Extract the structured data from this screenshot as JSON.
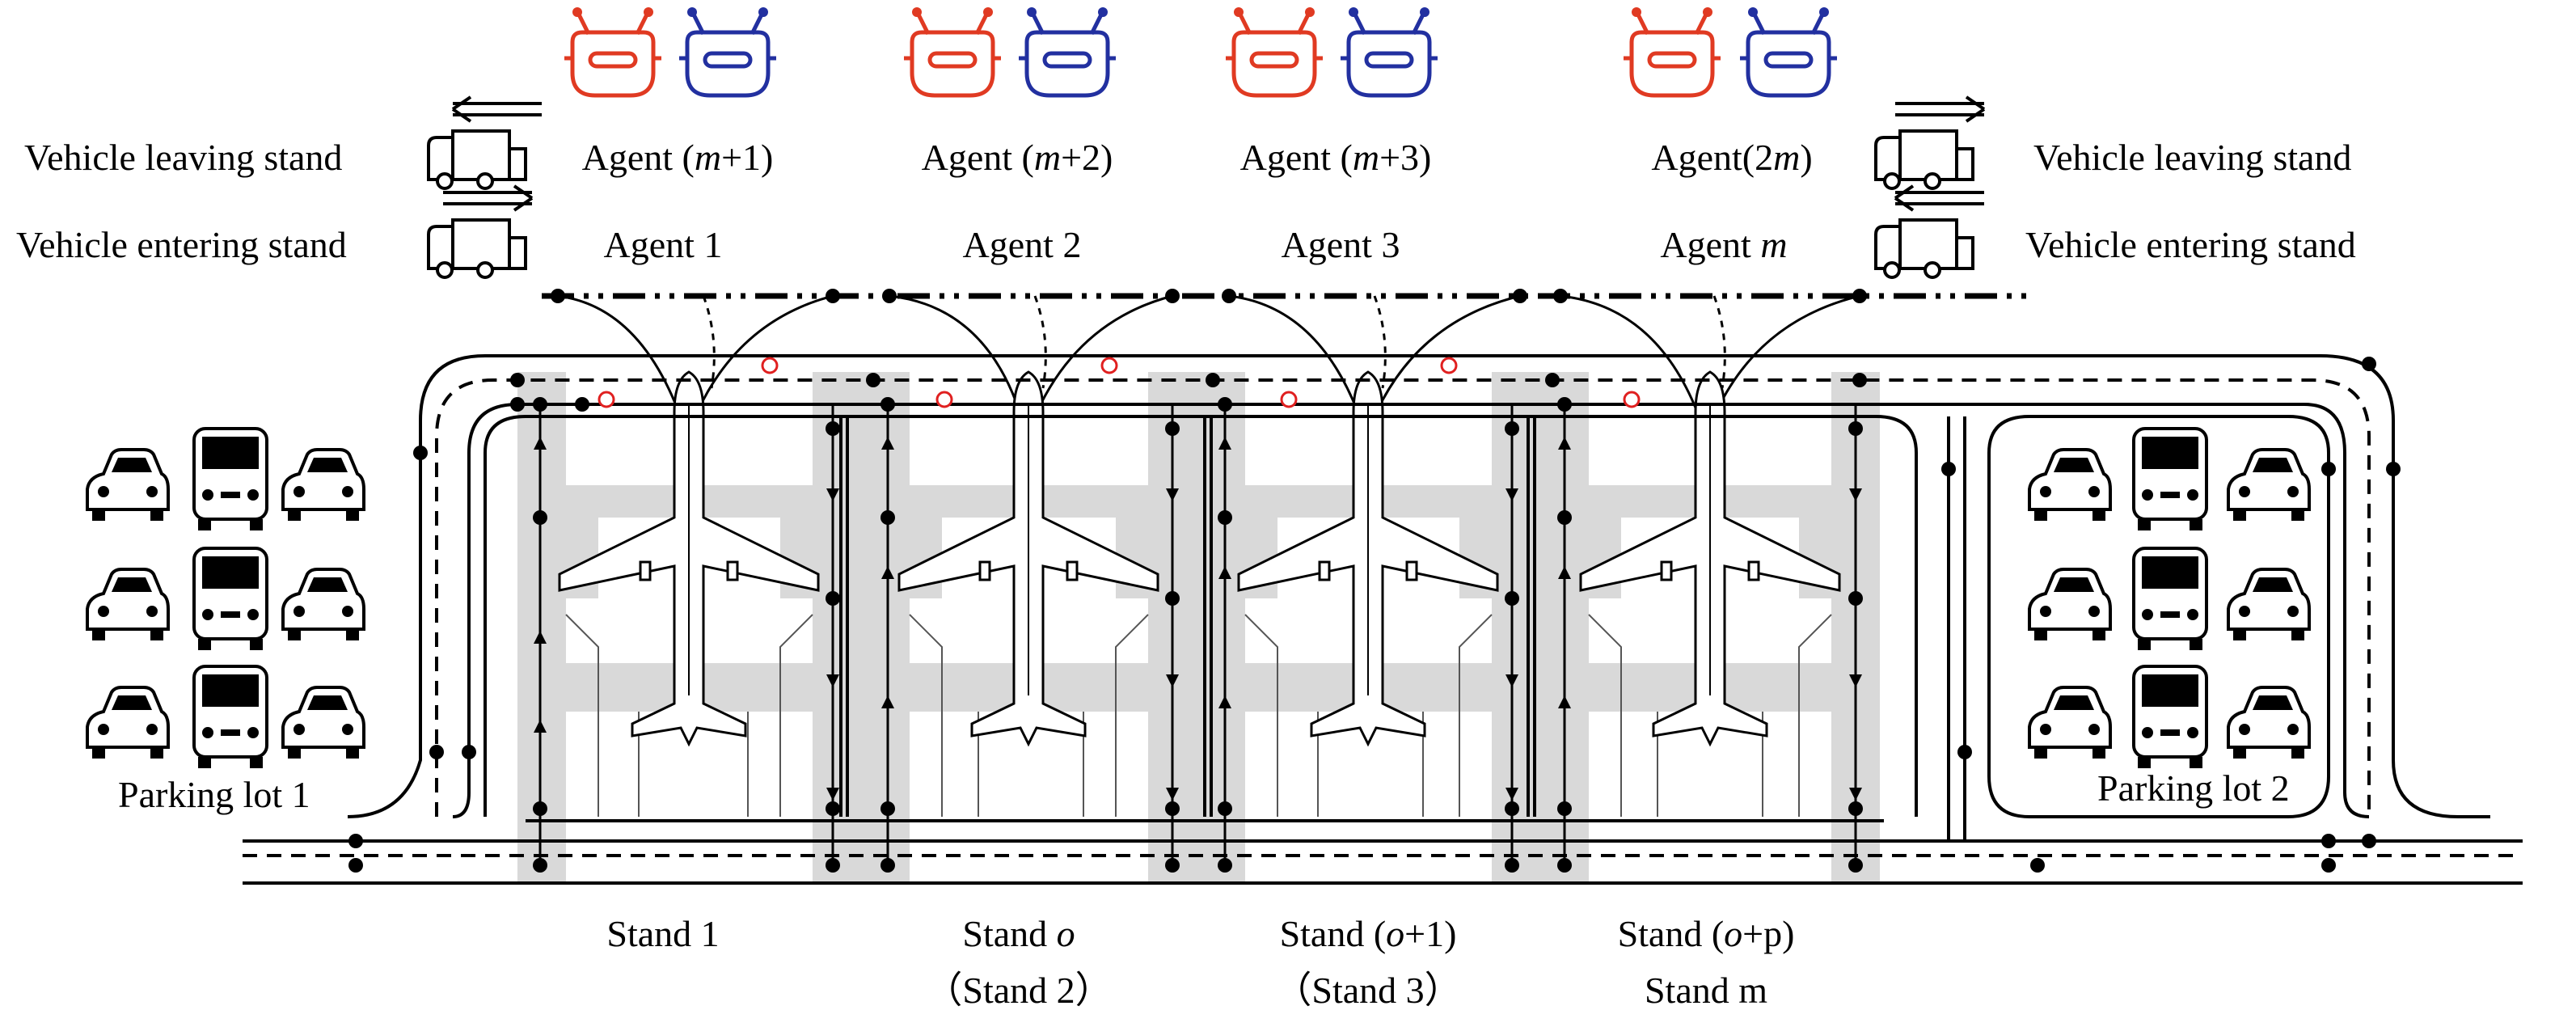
{
  "colors": {
    "agent_red": "#e03a22",
    "agent_blue": "#2230a0",
    "stand_gray": "#d9d9d9",
    "node": "#000000",
    "hollow_node": "#e02020"
  },
  "agents_top": [
    {
      "prefix": "Agent (",
      "var": "m",
      "suffix": "+1)"
    },
    {
      "prefix": "Agent (",
      "var": "m",
      "suffix": "+2)"
    },
    {
      "prefix": "Agent (",
      "var": "m",
      "suffix": "+3)"
    },
    {
      "prefix": "Agent(2",
      "var": "m",
      "suffix": ")"
    }
  ],
  "agents_bottom": [
    {
      "prefix": "Agent 1",
      "var": "",
      "suffix": ""
    },
    {
      "prefix": "Agent 2",
      "var": "",
      "suffix": ""
    },
    {
      "prefix": "Agent 3",
      "var": "",
      "suffix": ""
    },
    {
      "prefix": "Agent ",
      "var": "m",
      "suffix": ""
    }
  ],
  "legend": {
    "left_leaving": "Vehicle leaving stand",
    "left_entering": "Vehicle entering stand",
    "right_leaving": "Vehicle leaving stand",
    "right_entering": "Vehicle entering stand"
  },
  "parking": {
    "lot1": "Parking lot 1",
    "lot2": "Parking lot 2"
  },
  "stands": [
    {
      "line1": {
        "prefix": "Stand 1",
        "var": "",
        "suffix": ""
      },
      "line2": ""
    },
    {
      "line1": {
        "prefix": "Stand ",
        "var": "o",
        "suffix": ""
      },
      "line2": "（Stand 2）"
    },
    {
      "line1": {
        "prefix": "Stand (",
        "var": "o",
        "suffix": "+1)"
      },
      "line2": "（Stand 3）"
    },
    {
      "line1": {
        "prefix": "Stand (",
        "var": "o",
        "suffix": "+p)"
      },
      "line2": "Stand m"
    }
  ],
  "icons": [
    "robot-agent-icon",
    "truck-icon",
    "arrow-left-icon",
    "arrow-right-icon",
    "car-icon",
    "bus-icon",
    "airplane-icon"
  ]
}
